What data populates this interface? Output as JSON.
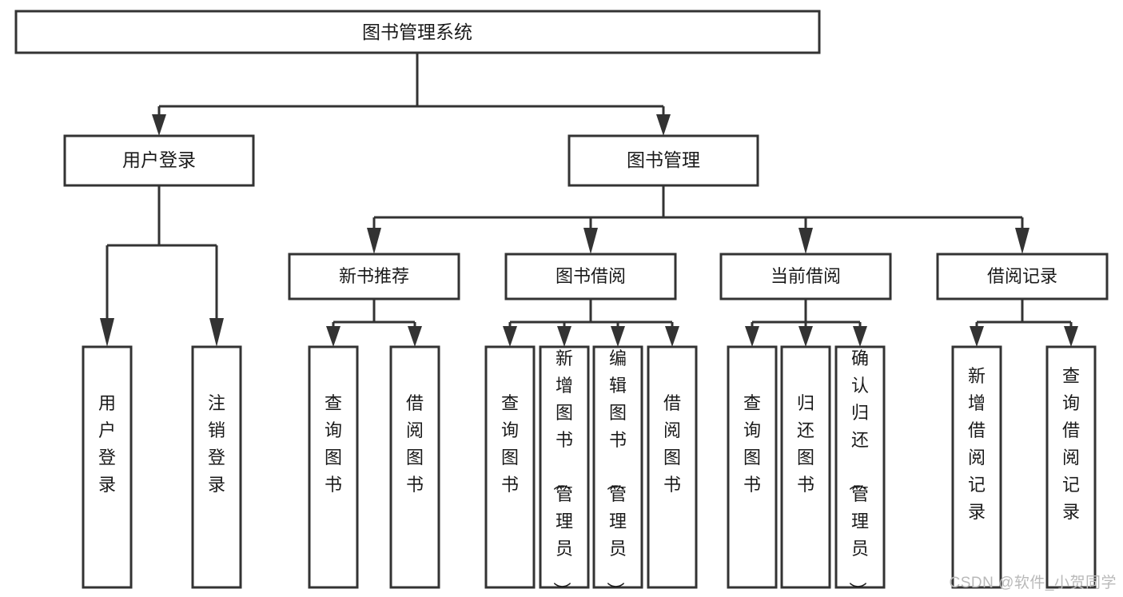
{
  "diagram": {
    "title": "图书管理系统",
    "type": "tree",
    "watermark": "CSDN @软件_小贺同学",
    "colors": {
      "stroke": "#333333",
      "fill": "#ffffff",
      "text": "#1a1a1a",
      "watermark": "#b9b9b9",
      "background": "#ffffff"
    }
  },
  "root": {
    "label": "图书管理系统"
  },
  "level2": [
    {
      "label": "用户登录"
    },
    {
      "label": "图书管理"
    }
  ],
  "level3": [
    {
      "label": "新书推荐"
    },
    {
      "label": "图书借阅"
    },
    {
      "label": "当前借阅"
    },
    {
      "label": "借阅记录"
    }
  ],
  "leaves": {
    "user_login": [
      {
        "label": "用户登录"
      },
      {
        "label": "注销登录"
      }
    ],
    "new_book": [
      {
        "label": "查询图书"
      },
      {
        "label": "借阅图书"
      }
    ],
    "book_borrow": [
      {
        "label": "查询图书"
      },
      {
        "label": "新增图书（管理员）"
      },
      {
        "label": "编辑图书（管理员）"
      },
      {
        "label": "借阅图书"
      }
    ],
    "current_borrow": [
      {
        "label": "查询图书"
      },
      {
        "label": "归还图书"
      },
      {
        "label": "确认归还（管理员）"
      }
    ],
    "borrow_record": [
      {
        "label": "新增借阅记录"
      },
      {
        "label": "查询借阅记录"
      }
    ]
  }
}
